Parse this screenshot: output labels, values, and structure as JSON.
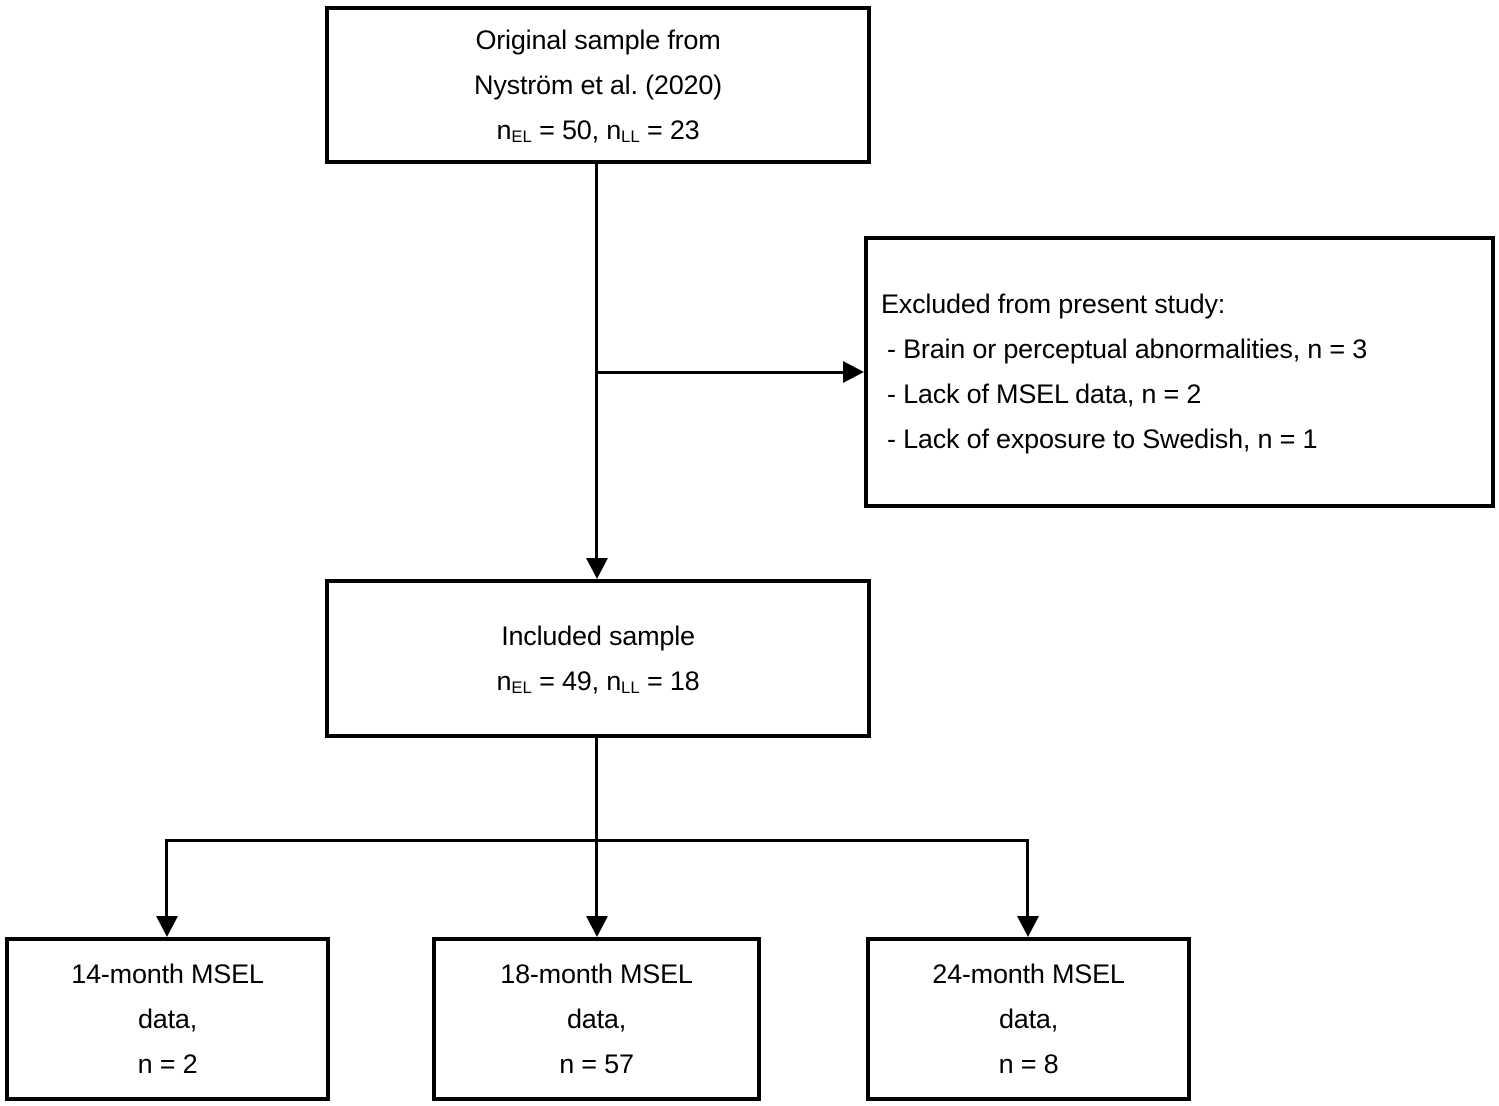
{
  "diagram": {
    "top_box": {
      "line1": "Original sample from",
      "line2": "Nyström et al. (2020)",
      "n": {
        "base1": "n",
        "sub1": "EL",
        "seg1": " = 50, ",
        "base2": "n",
        "sub2": "LL",
        "seg2": " = 23"
      }
    },
    "excluded_box": {
      "title": "Excluded from present study:",
      "items": [
        "- Brain or perceptual abnormalities, n = 3",
        "- Lack of MSEL data, n = 2",
        "- Lack of exposure to Swedish, n = 1"
      ]
    },
    "included_box": {
      "line1": "Included sample",
      "n": {
        "base1": "n",
        "sub1": "EL",
        "seg1": " = 49, ",
        "base2": "n",
        "sub2": "LL",
        "seg2": " = 18"
      }
    },
    "outcome_boxes": [
      {
        "line1": "14-month MSEL",
        "line2": "data,",
        "line3": "n = 2"
      },
      {
        "line1": "18-month MSEL",
        "line2": "data,",
        "line3": "n = 57"
      },
      {
        "line1": "24-month MSEL",
        "line2": "data,",
        "line3": "n = 8"
      }
    ],
    "colors": {
      "stroke": "#000000",
      "background": "#ffffff"
    }
  }
}
